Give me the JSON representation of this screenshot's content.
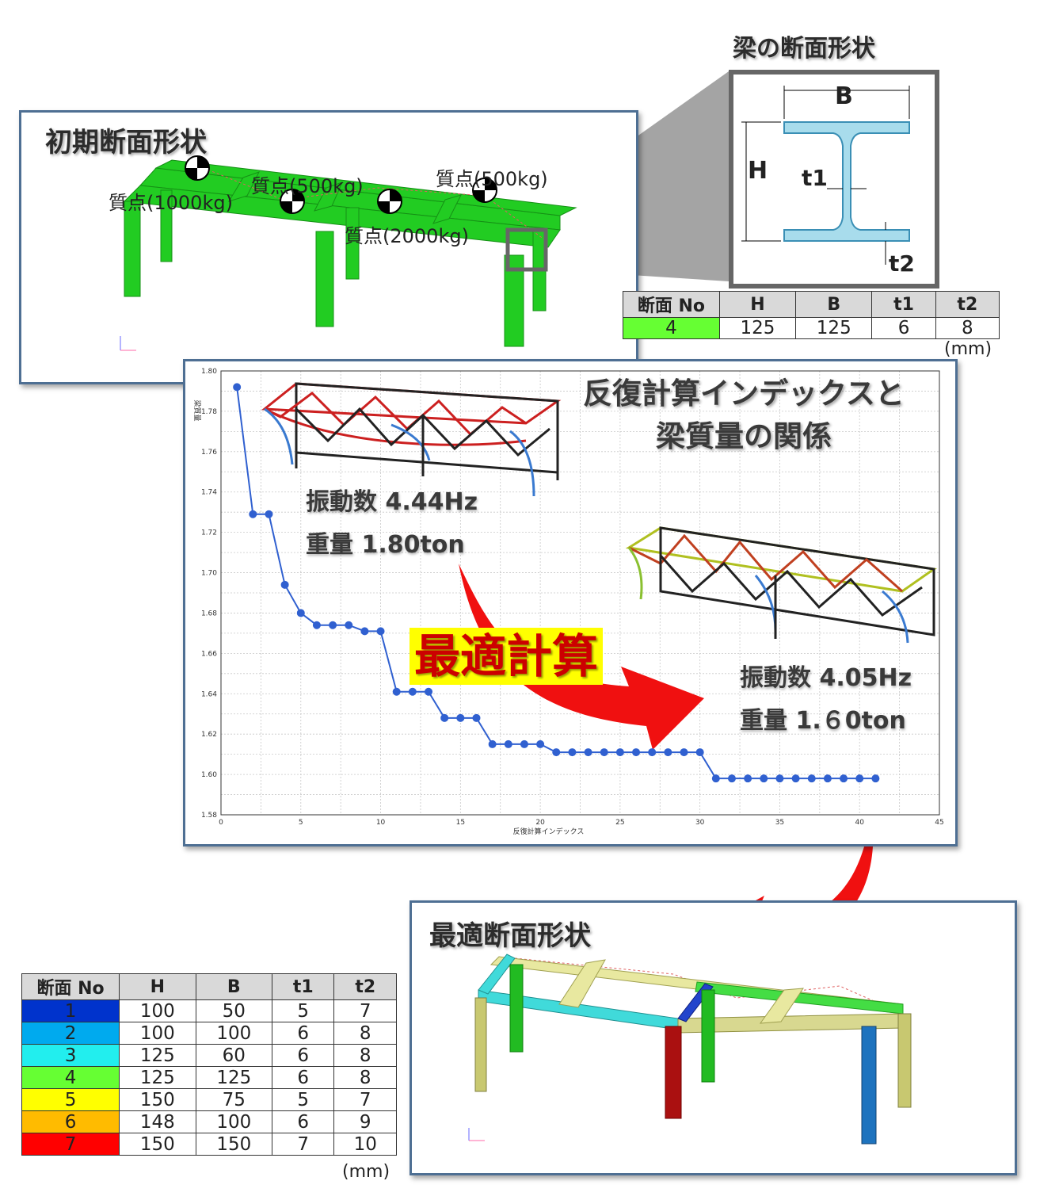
{
  "initial_panel": {
    "title": "初期断面形状",
    "masses": [
      {
        "label": "質点(1000kg)"
      },
      {
        "label": "質点(500kg)"
      },
      {
        "label": "質点(2000kg)"
      },
      {
        "label": "質点(500kg)"
      }
    ]
  },
  "section_shape": {
    "title": "梁の断面形状",
    "labels": {
      "b": "B",
      "h": "H",
      "t1": "t1",
      "t2": "t2"
    }
  },
  "initial_table": {
    "headers": [
      "断面 No",
      "H",
      "B",
      "t1",
      "t2"
    ],
    "rows": [
      {
        "no": "4",
        "h": "125",
        "b": "125",
        "t1": "6",
        "t2": "8",
        "color": "#66ff33"
      }
    ],
    "unit": "(mm)"
  },
  "chart_panel": {
    "title_line1": "反復計算インデックスと",
    "title_line2": "梁質量の関係",
    "before": {
      "freq": "振動数 4.44Hz",
      "weight": "重量 1.80ton"
    },
    "after": {
      "freq": "振動数 4.05Hz",
      "weight": "重量 1.６0ton"
    },
    "optimize_label": "最適計算"
  },
  "chart_data": {
    "type": "line",
    "xlabel": "反復計算インデックス",
    "ylabel": "梁質量",
    "xlim": [
      0,
      45
    ],
    "ylim": [
      1.58,
      1.8
    ],
    "xticks": [
      0,
      5,
      10,
      15,
      20,
      25,
      30,
      35,
      40,
      45
    ],
    "yticks": [
      1.58,
      1.6,
      1.62,
      1.64,
      1.66,
      1.68,
      1.7,
      1.72,
      1.74,
      1.76,
      1.78,
      1.8
    ],
    "grid": true,
    "series": [
      {
        "color": "#3060d0",
        "x": [
          1,
          2,
          3,
          4,
          5,
          6,
          7,
          8,
          9,
          10,
          11,
          12,
          13,
          14,
          15,
          16,
          17,
          18,
          19,
          20,
          21,
          22,
          23,
          24,
          25,
          26,
          27,
          28,
          29,
          30,
          31,
          32,
          33,
          34,
          35,
          36,
          37,
          38,
          39,
          40,
          41
        ],
        "y": [
          1.792,
          1.729,
          1.729,
          1.694,
          1.68,
          1.674,
          1.674,
          1.674,
          1.671,
          1.671,
          1.641,
          1.641,
          1.641,
          1.628,
          1.628,
          1.628,
          1.615,
          1.615,
          1.615,
          1.615,
          1.611,
          1.611,
          1.611,
          1.611,
          1.611,
          1.611,
          1.611,
          1.611,
          1.611,
          1.611,
          1.598,
          1.598,
          1.598,
          1.598,
          1.598,
          1.598,
          1.598,
          1.598,
          1.598,
          1.598,
          1.598
        ]
      }
    ]
  },
  "optimal_panel": {
    "title": "最適断面形状"
  },
  "section_table": {
    "headers": [
      "断面 No",
      "H",
      "B",
      "t1",
      "t2"
    ],
    "rows": [
      {
        "no": "1",
        "h": "100",
        "b": "50",
        "t1": "5",
        "t2": "7",
        "color": "#0033cc"
      },
      {
        "no": "2",
        "h": "100",
        "b": "100",
        "t1": "6",
        "t2": "8",
        "color": "#00aaee"
      },
      {
        "no": "3",
        "h": "125",
        "b": "60",
        "t1": "6",
        "t2": "8",
        "color": "#22eeee"
      },
      {
        "no": "4",
        "h": "125",
        "b": "125",
        "t1": "6",
        "t2": "8",
        "color": "#66ff33"
      },
      {
        "no": "5",
        "h": "150",
        "b": "75",
        "t1": "5",
        "t2": "7",
        "color": "#ffff00"
      },
      {
        "no": "6",
        "h": "148",
        "b": "100",
        "t1": "6",
        "t2": "9",
        "color": "#ffbb00"
      },
      {
        "no": "7",
        "h": "150",
        "b": "150",
        "t1": "7",
        "t2": "10",
        "color": "#ff0000"
      }
    ],
    "unit": "(mm)"
  }
}
